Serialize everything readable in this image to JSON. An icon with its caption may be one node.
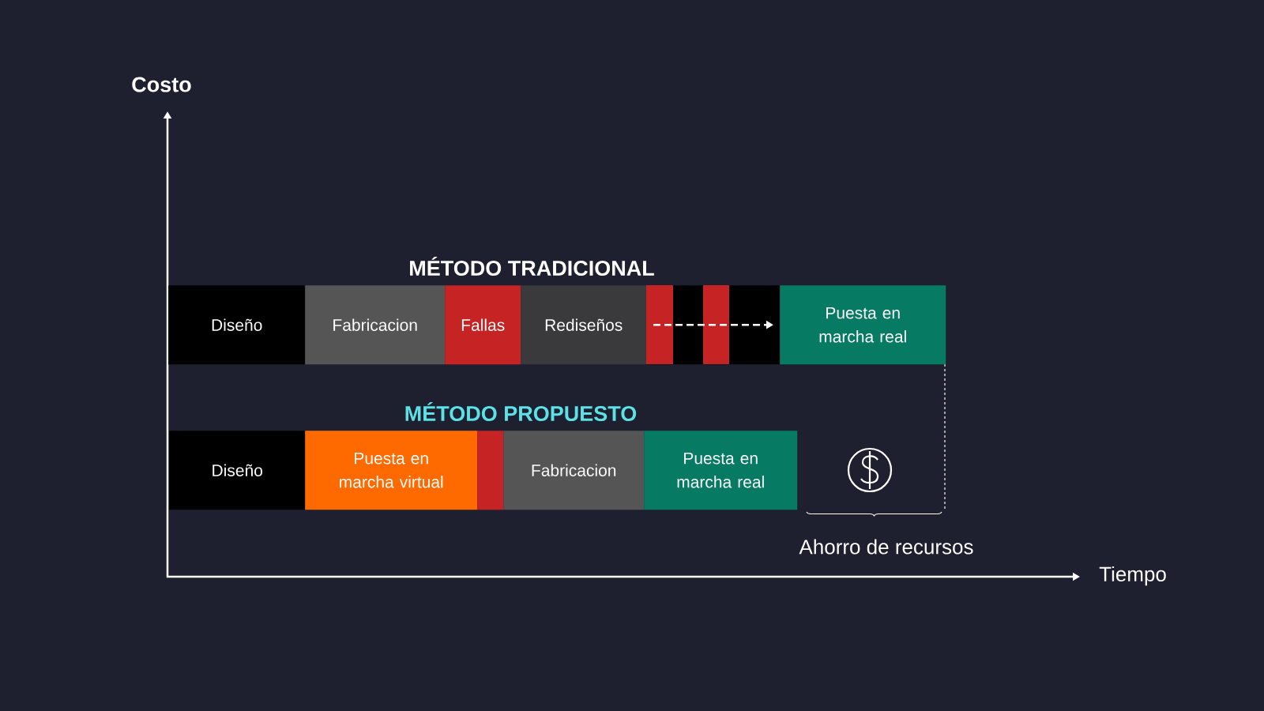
{
  "diagram": {
    "nodes": [
      {
        "text": [
          "Diseño"
        ]
      },
      {
        "text": [
          "Fabricacion"
        ]
      },
      {
        "text": [
          "Fallas"
        ]
      },
      {
        "text": [
          "Rediseños"
        ]
      },
      {
        "text": [],
        "shape": "bar"
      },
      {
        "text": [
          "Puesta en marcha real"
        ]
      },
      {
        "text": [
          "Diseño"
        ]
      },
      {
        "text": [
          "Puesta en marcha virtual"
        ]
      },
      {
        "text": [],
        "shape": "bar"
      },
      {
        "text": [
          "Fabricacion"
        ]
      },
      {
        "text": [
          "Puesta en marcha real"
        ]
      }
    ],
    "edges": [
      {
        "from": 4,
        "to": 5,
        "arrow": "to",
        "style": "dashed"
      }
    ],
    "labels": [
      "Costo",
      "MÉTODO TRADICIONAL",
      "MÉTODO PROPUESTO",
      "Ahorro de recursos",
      "Tiempo"
    ]
  }
}
